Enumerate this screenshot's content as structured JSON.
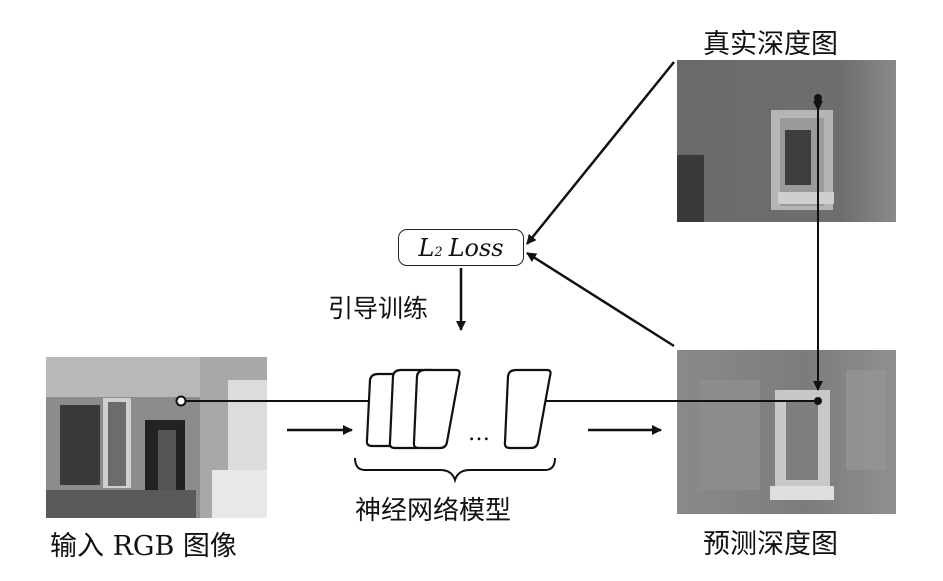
{
  "labels": {
    "ground_truth": "真实深度图",
    "predicted": "预测深度图",
    "input": "输入 RGB 图像",
    "model": "神经网络模型",
    "guided_training": "引导训练"
  },
  "loss": {
    "L": "L",
    "subscript": "2",
    "word": "Loss"
  },
  "ellipsis": "…",
  "colors": {
    "line": "#111111",
    "depth_bg": "#6b6b6b",
    "pred_bg": "#7a7a7a"
  }
}
